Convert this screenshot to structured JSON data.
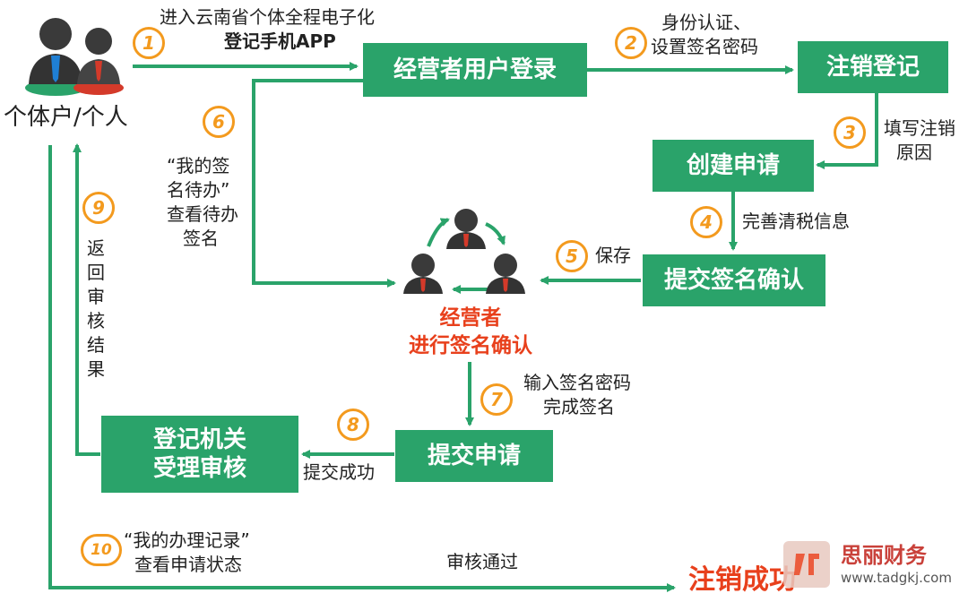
{
  "actor": {
    "label": "个体户/个人"
  },
  "boxes": {
    "login": "经营者用户登录",
    "cancel_reg": "注销登记",
    "create": "创建申请",
    "submit_confirm": "提交签名确认",
    "submit_app": "提交申请",
    "authority": [
      "登记机关",
      "受理审核"
    ],
    "success": "注销成功"
  },
  "signer": {
    "lines": [
      "经营者",
      "进行签名确认"
    ]
  },
  "steps": [
    {
      "num": "1",
      "lines": [
        "进入云南省个体全程电子化",
        "登记手机APP"
      ]
    },
    {
      "num": "2",
      "lines": [
        "身份认证、",
        "设置签名密码"
      ]
    },
    {
      "num": "3",
      "lines": [
        "填写注销",
        "原因"
      ]
    },
    {
      "num": "4",
      "lines": [
        "完善清税信息"
      ]
    },
    {
      "num": "5",
      "lines": [
        "保存"
      ]
    },
    {
      "num": "6",
      "lines": [
        "“我的签",
        "名待办”",
        "查看待办",
        "签名"
      ]
    },
    {
      "num": "7",
      "lines": [
        "输入签名密码",
        "完成签名"
      ]
    },
    {
      "num": "8",
      "lines": [
        "提交成功"
      ]
    },
    {
      "num": "9",
      "lines": [
        "返",
        "回",
        "审",
        "核",
        "结",
        "果"
      ]
    },
    {
      "num": "10",
      "lines": [
        "“我的办理记录”",
        "查看申请状态"
      ]
    }
  ],
  "approved_label": "审核通过",
  "watermark": {
    "brand": "思丽财务",
    "url": "www.tadgkj.com"
  },
  "colors": {
    "box": "#2aa36a",
    "arrow": "#2aa36a",
    "step": "#f39a1e",
    "highlight": "#e8401c"
  }
}
